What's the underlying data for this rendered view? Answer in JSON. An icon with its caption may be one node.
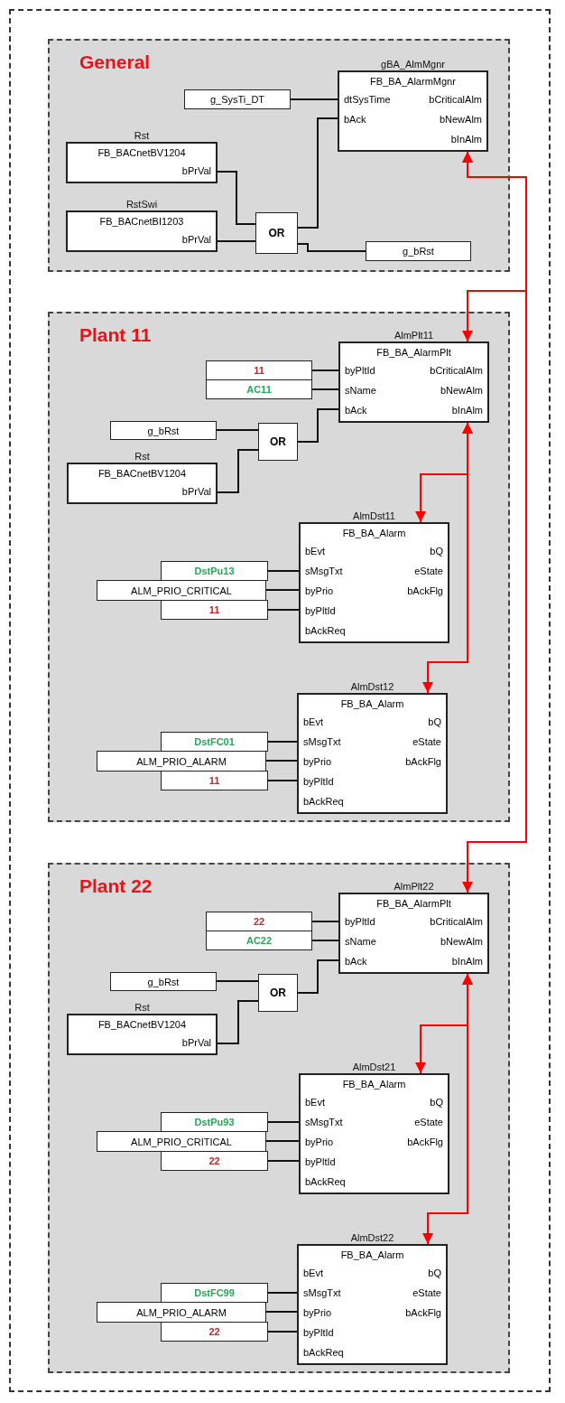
{
  "diagram": {
    "nodes": [
      {
        "text": [
          "General"
        ]
      },
      {
        "text": [
          "g_SysTi_DT"
        ],
        "in": 0
      },
      {
        "text": [
          "gBA_AlmMgnr",
          "FB_BA_AlarmMgnr",
          "dtSysTime",
          "bAck",
          "bCriticalAlm",
          "bNewAlm",
          "bInAlm"
        ],
        "in": 0
      },
      {
        "text": [
          "Rst",
          "FB_BACnetBV1204",
          "bPrVal"
        ],
        "in": 0
      },
      {
        "text": [
          "RstSwi",
          "FB_BACnetBI1203",
          "bPrVal"
        ],
        "in": 0
      },
      {
        "text": [
          "OR"
        ],
        "in": 0
      },
      {
        "text": [
          "g_bRst"
        ],
        "in": 0
      },
      {
        "text": [
          "Plant 11"
        ]
      },
      {
        "text": [
          "AlmPlt11",
          "FB_BA_AlarmPlt",
          "byPltId",
          "sName",
          "bAck",
          "bCriticalAlm",
          "bNewAlm",
          "bInAlm"
        ],
        "in": 7
      },
      {
        "text": [
          "11"
        ],
        "in": 7
      },
      {
        "text": [
          "AC11"
        ],
        "in": 7
      },
      {
        "text": [
          "g_bRst"
        ],
        "in": 7
      },
      {
        "text": [
          "OR"
        ],
        "in": 7
      },
      {
        "text": [
          "Rst",
          "FB_BACnetBV1204",
          "bPrVal"
        ],
        "in": 7
      },
      {
        "text": [
          "AlmDst11",
          "FB_BA_Alarm",
          "bEvt",
          "sMsgTxt",
          "byPrio",
          "byPltId",
          "bAckReq",
          "bQ",
          "eState",
          "bAckFlg"
        ],
        "in": 7
      },
      {
        "text": [
          "DstPu13"
        ],
        "in": 7
      },
      {
        "text": [
          "ALM_PRIO_CRITICAL"
        ],
        "in": 7
      },
      {
        "text": [
          "11"
        ],
        "in": 7
      },
      {
        "text": [
          "AlmDst12",
          "FB_BA_Alarm",
          "bEvt",
          "sMsgTxt",
          "byPrio",
          "byPltId",
          "bAckReq",
          "bQ",
          "eState",
          "bAckFlg"
        ],
        "in": 7
      },
      {
        "text": [
          "DstFC01"
        ],
        "in": 7
      },
      {
        "text": [
          "ALM_PRIO_ALARM"
        ],
        "in": 7
      },
      {
        "text": [
          "11"
        ],
        "in": 7
      },
      {
        "text": [
          "Plant 22"
        ]
      },
      {
        "text": [
          "AlmPlt22",
          "FB_BA_AlarmPlt",
          "byPltId",
          "sName",
          "bAck",
          "bCriticalAlm",
          "bNewAlm",
          "bInAlm"
        ],
        "in": 22
      },
      {
        "text": [
          "22"
        ],
        "in": 22
      },
      {
        "text": [
          "AC22"
        ],
        "in": 22
      },
      {
        "text": [
          "g_bRst"
        ],
        "in": 22
      },
      {
        "text": [
          "OR"
        ],
        "in": 22
      },
      {
        "text": [
          "Rst",
          "FB_BACnetBV1204",
          "bPrVal"
        ],
        "in": 22
      },
      {
        "text": [
          "AlmDst21",
          "FB_BA_Alarm",
          "bEvt",
          "sMsgTxt",
          "byPrio",
          "byPltId",
          "bAckReq",
          "bQ",
          "eState",
          "bAckFlg"
        ],
        "in": 22
      },
      {
        "text": [
          "DstPu93"
        ],
        "in": 22
      },
      {
        "text": [
          "ALM_PRIO_CRITICAL"
        ],
        "in": 22
      },
      {
        "text": [
          "22"
        ],
        "in": 22
      },
      {
        "text": [
          "AlmDst22",
          "FB_BA_Alarm",
          "bEvt",
          "sMsgTxt",
          "byPrio",
          "byPltId",
          "bAckReq",
          "bQ",
          "eState",
          "bAckFlg"
        ],
        "in": 22
      },
      {
        "text": [
          "DstFC99"
        ],
        "in": 22
      },
      {
        "text": [
          "ALM_PRIO_ALARM"
        ],
        "in": 22
      },
      {
        "text": [
          "22"
        ],
        "in": 22
      }
    ],
    "edges": [
      {
        "from": 1,
        "to": 2,
        "arrow": "none"
      },
      {
        "from": 3,
        "to": 5,
        "arrow": "none"
      },
      {
        "from": 4,
        "to": 5,
        "arrow": "none"
      },
      {
        "from": 5,
        "to": 2,
        "arrow": "none"
      },
      {
        "from": 5,
        "to": 6,
        "arrow": "none"
      },
      {
        "from": 2,
        "to": 8,
        "arrow": "both",
        "color": "#ff0000"
      },
      {
        "from": 2,
        "to": 23,
        "arrow": "both",
        "color": "#ff0000"
      },
      {
        "from": 9,
        "to": 8,
        "arrow": "none"
      },
      {
        "from": 10,
        "to": 8,
        "arrow": "none"
      },
      {
        "from": 11,
        "to": 12,
        "arrow": "none"
      },
      {
        "from": 13,
        "to": 12,
        "arrow": "none"
      },
      {
        "from": 12,
        "to": 8,
        "arrow": "none"
      },
      {
        "from": 8,
        "to": 14,
        "arrow": "both",
        "color": "#ff0000"
      },
      {
        "from": 8,
        "to": 18,
        "arrow": "both",
        "color": "#ff0000"
      },
      {
        "from": 15,
        "to": 14,
        "arrow": "none"
      },
      {
        "from": 16,
        "to": 14,
        "arrow": "none"
      },
      {
        "from": 17,
        "to": 14,
        "arrow": "none"
      },
      {
        "from": 19,
        "to": 18,
        "arrow": "none"
      },
      {
        "from": 20,
        "to": 18,
        "arrow": "none"
      },
      {
        "from": 21,
        "to": 18,
        "arrow": "none"
      },
      {
        "from": 24,
        "to": 23,
        "arrow": "none"
      },
      {
        "from": 25,
        "to": 23,
        "arrow": "none"
      },
      {
        "from": 26,
        "to": 27,
        "arrow": "none"
      },
      {
        "from": 28,
        "to": 27,
        "arrow": "none"
      },
      {
        "from": 27,
        "to": 23,
        "arrow": "none"
      },
      {
        "from": 23,
        "to": 29,
        "arrow": "both",
        "color": "#ff0000"
      },
      {
        "from": 23,
        "to": 33,
        "arrow": "both",
        "color": "#ff0000"
      },
      {
        "from": 30,
        "to": 29,
        "arrow": "none"
      },
      {
        "from": 31,
        "to": 29,
        "arrow": "none"
      },
      {
        "from": 32,
        "to": 29,
        "arrow": "none"
      },
      {
        "from": 34,
        "to": 33,
        "arrow": "none"
      },
      {
        "from": 35,
        "to": 33,
        "arrow": "none"
      },
      {
        "from": 36,
        "to": 33,
        "arrow": "none"
      }
    ]
  }
}
